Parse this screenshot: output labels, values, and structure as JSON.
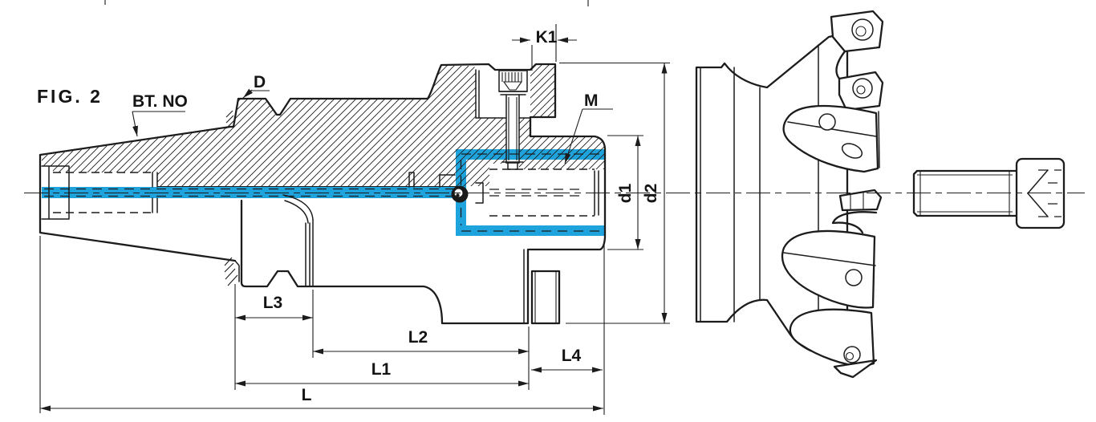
{
  "drawing": {
    "fig_label": "FIG. 2",
    "callouts": {
      "shank_taper": "BT. NO",
      "flange_width": "D",
      "mount_thread": "M"
    },
    "dimensions": {
      "K1": "K1",
      "d1": "d1",
      "d2": "d2",
      "L1": "L1",
      "L2": "L2",
      "L3": "L3",
      "L4": "L4",
      "L": "L"
    },
    "colors": {
      "coolant_highlight": "#1fa3dc",
      "line": "#1c1c1c",
      "background": "#ffffff"
    }
  }
}
